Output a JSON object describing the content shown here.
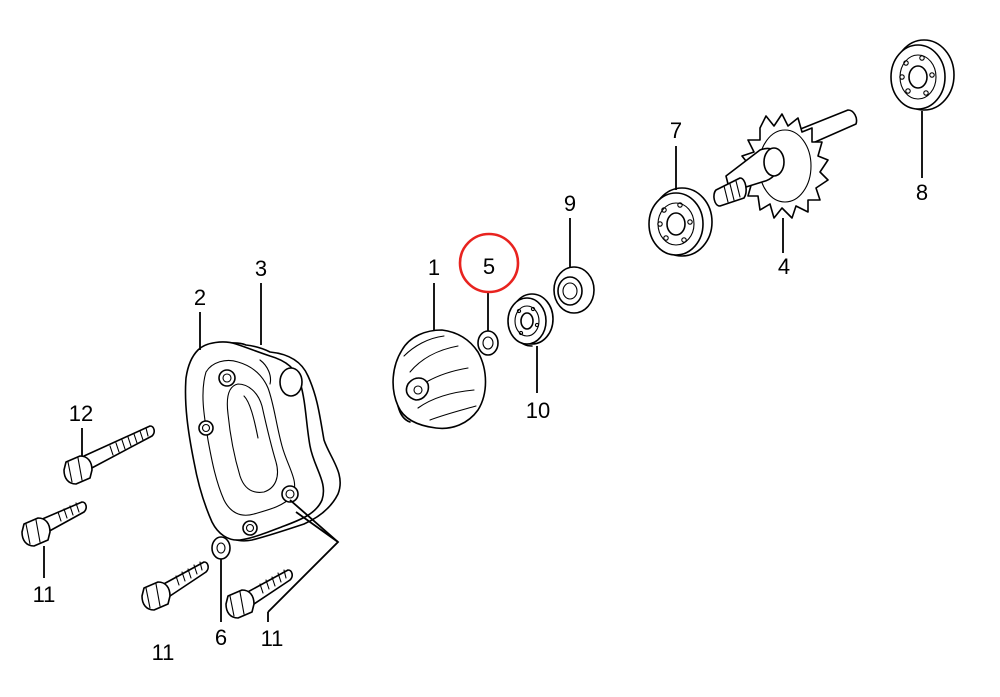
{
  "highlight_color": "#e8231f",
  "line_color": "#000000",
  "highlighted_part": "5",
  "part_labels": {
    "p1": "1",
    "p2": "2",
    "p3": "3",
    "p4": "4",
    "p5": "5",
    "p6": "6",
    "p7": "7",
    "p8": "8",
    "p9": "9",
    "p10": "10",
    "p11a": "11",
    "p11b": "11",
    "p11c": "11",
    "p12": "12"
  }
}
